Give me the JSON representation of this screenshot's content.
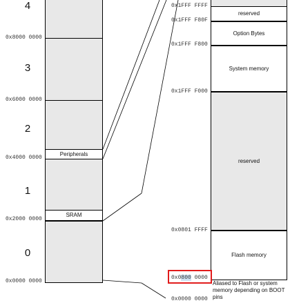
{
  "left": {
    "regions": [
      "4",
      "3",
      "2",
      "1",
      "0"
    ],
    "addresses": [
      "0x8000 0000",
      "0x6000 0000",
      "0x4000 0000",
      "0x2000 0000",
      "0x0000 0000"
    ],
    "peripherals_label": "Peripherals",
    "sram_label": "SRAM"
  },
  "right": {
    "addresses": {
      "a1": "0x1FFF FFFF",
      "a2": "0x1FFF F80F",
      "a3": "0x1FFF F800",
      "a4": "0x1FFF F000",
      "a5": "0x0801 FFFF",
      "a6_prefix": "0x0",
      "a6_highlight": "800",
      "a6_suffix": " 0000",
      "a7": "0x0000 0000"
    },
    "blocks": {
      "reserved_top": "reserved",
      "option_bytes": "Option Bytes",
      "system_memory": "System memory",
      "reserved_mid": "reserved",
      "flash_memory": "Flash memory"
    },
    "alias_note": "Aliased to Flash or system memory depending on BOOT pins"
  }
}
